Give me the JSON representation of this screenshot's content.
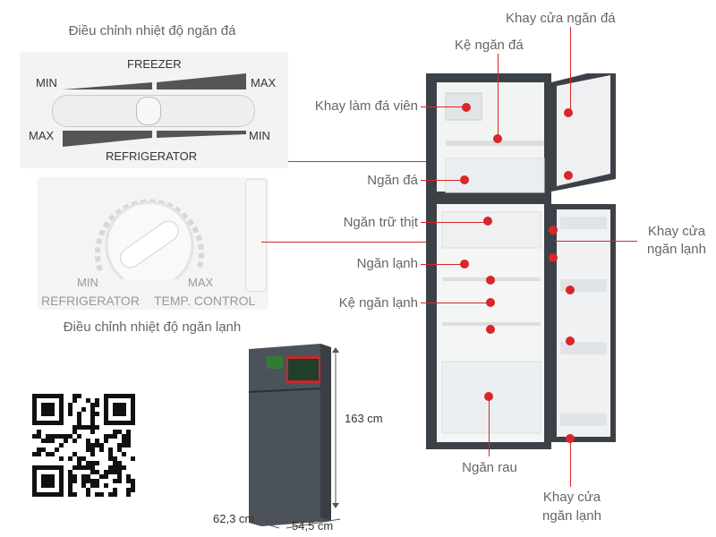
{
  "labels": {
    "freezer_caption": "Điều chỉnh nhiệt độ ngăn đá",
    "fridge_caption": "Điều chỉnh nhiệt độ ngăn lạnh",
    "khay_cua_ngan_da": "Khay cửa ngăn đá",
    "ke_ngan_da": "Kệ ngăn đá",
    "khay_lam_da": "Khay làm đá viên",
    "ngan_da": "Ngăn đá",
    "ngan_tru_thit": "Ngăn trữ thịt",
    "ngan_lanh": "Ngăn lạnh",
    "ke_ngan_lanh": "Kệ ngăn lạnh",
    "ngan_rau": "Ngăn rau",
    "khay_cua_lanh_1a": "Khay cửa",
    "khay_cua_lanh_1b": "ngăn lạnh",
    "khay_cua_lanh_2a": "Khay cửa",
    "khay_cua_lanh_2b": "ngăn lạnh"
  },
  "panel_freezer": {
    "freezer": "FREEZER",
    "min_top": "MIN",
    "max_top": "MAX",
    "max_bottom": "MAX",
    "min_bottom": "MIN",
    "refrigerator": "REFRIGERATOR"
  },
  "panel_fridge": {
    "min": "MIN",
    "max": "MAX",
    "refrigerator": "REFRIGERATOR",
    "temp_control": "TEMP. CONTROL"
  },
  "dimensions": {
    "height": "163 cm",
    "depth": "62,3 cm",
    "width": "54,5 cm"
  },
  "colors": {
    "accent": "#d8262b",
    "fridge_body": "#3c4148"
  }
}
